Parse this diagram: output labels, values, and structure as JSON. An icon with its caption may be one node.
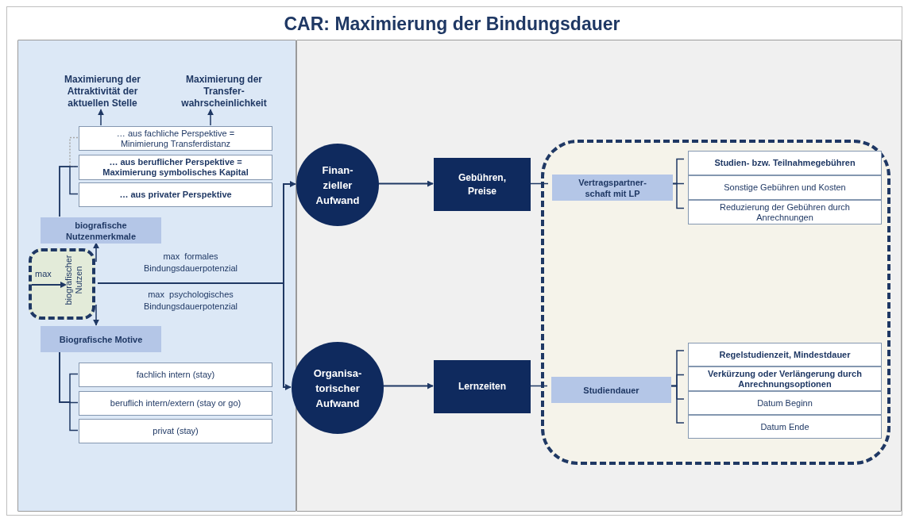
{
  "diagram": {
    "title": "CAR: Maximierung der Bindungsdauer",
    "nodes": [
      {
        "text": [],
        "shape": "box"
      },
      {
        "text": [],
        "shape": "box"
      },
      {
        "text": [
          "Maximierung der Attraktivität der aktuellen Stelle"
        ],
        "in": 0
      },
      {
        "text": [
          "Maximierung der Transfer-wahrscheinlichkeit"
        ],
        "in": 0
      },
      {
        "text": [
          "… aus fachliche Perspektive = Minimierung Transferdistanz"
        ],
        "in": 0
      },
      {
        "text": [
          "… aus beruflicher Perspektive = Maximierung symbolisches Kapital"
        ],
        "in": 0
      },
      {
        "text": [
          "… aus privater Perspektive"
        ],
        "in": 0
      },
      {
        "text": [
          "biografische Nutzenmerkmale"
        ],
        "in": 0
      },
      {
        "text": [
          "biografischer Nutzen"
        ],
        "in": 0
      },
      {
        "text": [
          "Biografische Motive"
        ],
        "in": 0
      },
      {
        "text": [
          "fachlich intern (stay)"
        ],
        "in": 0
      },
      {
        "text": [
          "beruflich intern/extern (stay or go)"
        ],
        "in": 0
      },
      {
        "text": [
          "privat (stay)"
        ],
        "in": 0
      },
      {
        "text": [
          "Finan- zieller Aufwand"
        ],
        "in": 1
      },
      {
        "text": [
          "Organisa- torischer Aufwand"
        ],
        "in": 1
      },
      {
        "text": [
          "Gebühren, Preise"
        ],
        "in": 1
      },
      {
        "text": [
          "Lernzeiten"
        ],
        "in": 1
      },
      {
        "text": [],
        "shape": "box",
        "in": 1
      },
      {
        "text": [
          "Vertragspartner- schaft mit LP"
        ],
        "in": 17
      },
      {
        "text": [
          "Studien- bzw. Teilnahmegebühren"
        ],
        "in": 17
      },
      {
        "text": [
          "Sonstige Gebühren und Kosten"
        ],
        "in": 17
      },
      {
        "text": [
          "Reduzierung der Gebühren durch Anrechnungen"
        ],
        "in": 17
      },
      {
        "text": [
          "Studiendauer"
        ],
        "in": 17
      },
      {
        "text": [
          "Regelstudienzeit, Mindestdauer"
        ],
        "in": 17
      },
      {
        "text": [
          "Verkürzung oder Verlängerung durch Anrechnungsoptionen"
        ],
        "in": 17
      },
      {
        "text": [
          "Datum Beginn"
        ],
        "in": 17
      },
      {
        "text": [
          "Datum Ende"
        ],
        "in": 17
      }
    ],
    "edges": [
      {
        "from": 4,
        "to": 2,
        "arrow": "to"
      },
      {
        "from": 4,
        "to": 3,
        "arrow": "to"
      },
      {
        "from": 4,
        "to": 5,
        "arrow": "none",
        "style": "dashed",
        "color": "#a6a6a6"
      },
      {
        "from": 7,
        "to": 5,
        "arrow": "none"
      },
      {
        "from": 7,
        "to": 6,
        "arrow": "none"
      },
      {
        "from": 8,
        "to": 7,
        "arrow": "to"
      },
      {
        "from": 8,
        "to": 9,
        "arrow": "to"
      },
      {
        "from": 8,
        "to": 13,
        "arrow": "to"
      },
      {
        "from": 8,
        "to": 14,
        "arrow": "to"
      },
      {
        "from": 9,
        "to": 10,
        "arrow": "none"
      },
      {
        "from": 9,
        "to": 11,
        "arrow": "none"
      },
      {
        "from": 9,
        "to": 12,
        "arrow": "none"
      },
      {
        "from": 13,
        "to": 15,
        "arrow": "to"
      },
      {
        "from": 14,
        "to": 16,
        "arrow": "to"
      },
      {
        "from": 15,
        "to": 18,
        "arrow": "none"
      },
      {
        "from": 16,
        "to": 22,
        "arrow": "none"
      },
      {
        "from": 18,
        "to": 19,
        "arrow": "none"
      },
      {
        "from": 18,
        "to": 20,
        "arrow": "none"
      },
      {
        "from": 18,
        "to": 21,
        "arrow": "none"
      },
      {
        "from": 22,
        "to": 23,
        "arrow": "none"
      },
      {
        "from": 22,
        "to": 24,
        "arrow": "none"
      },
      {
        "from": 22,
        "to": 25,
        "arrow": "none"
      },
      {
        "from": 22,
        "to": 26,
        "arrow": "none"
      }
    ],
    "labels": [
      "max",
      "max  formales Bindungsdauerpotenzial",
      "max  psychologisches Bindungsdauerpotenzial"
    ]
  }
}
